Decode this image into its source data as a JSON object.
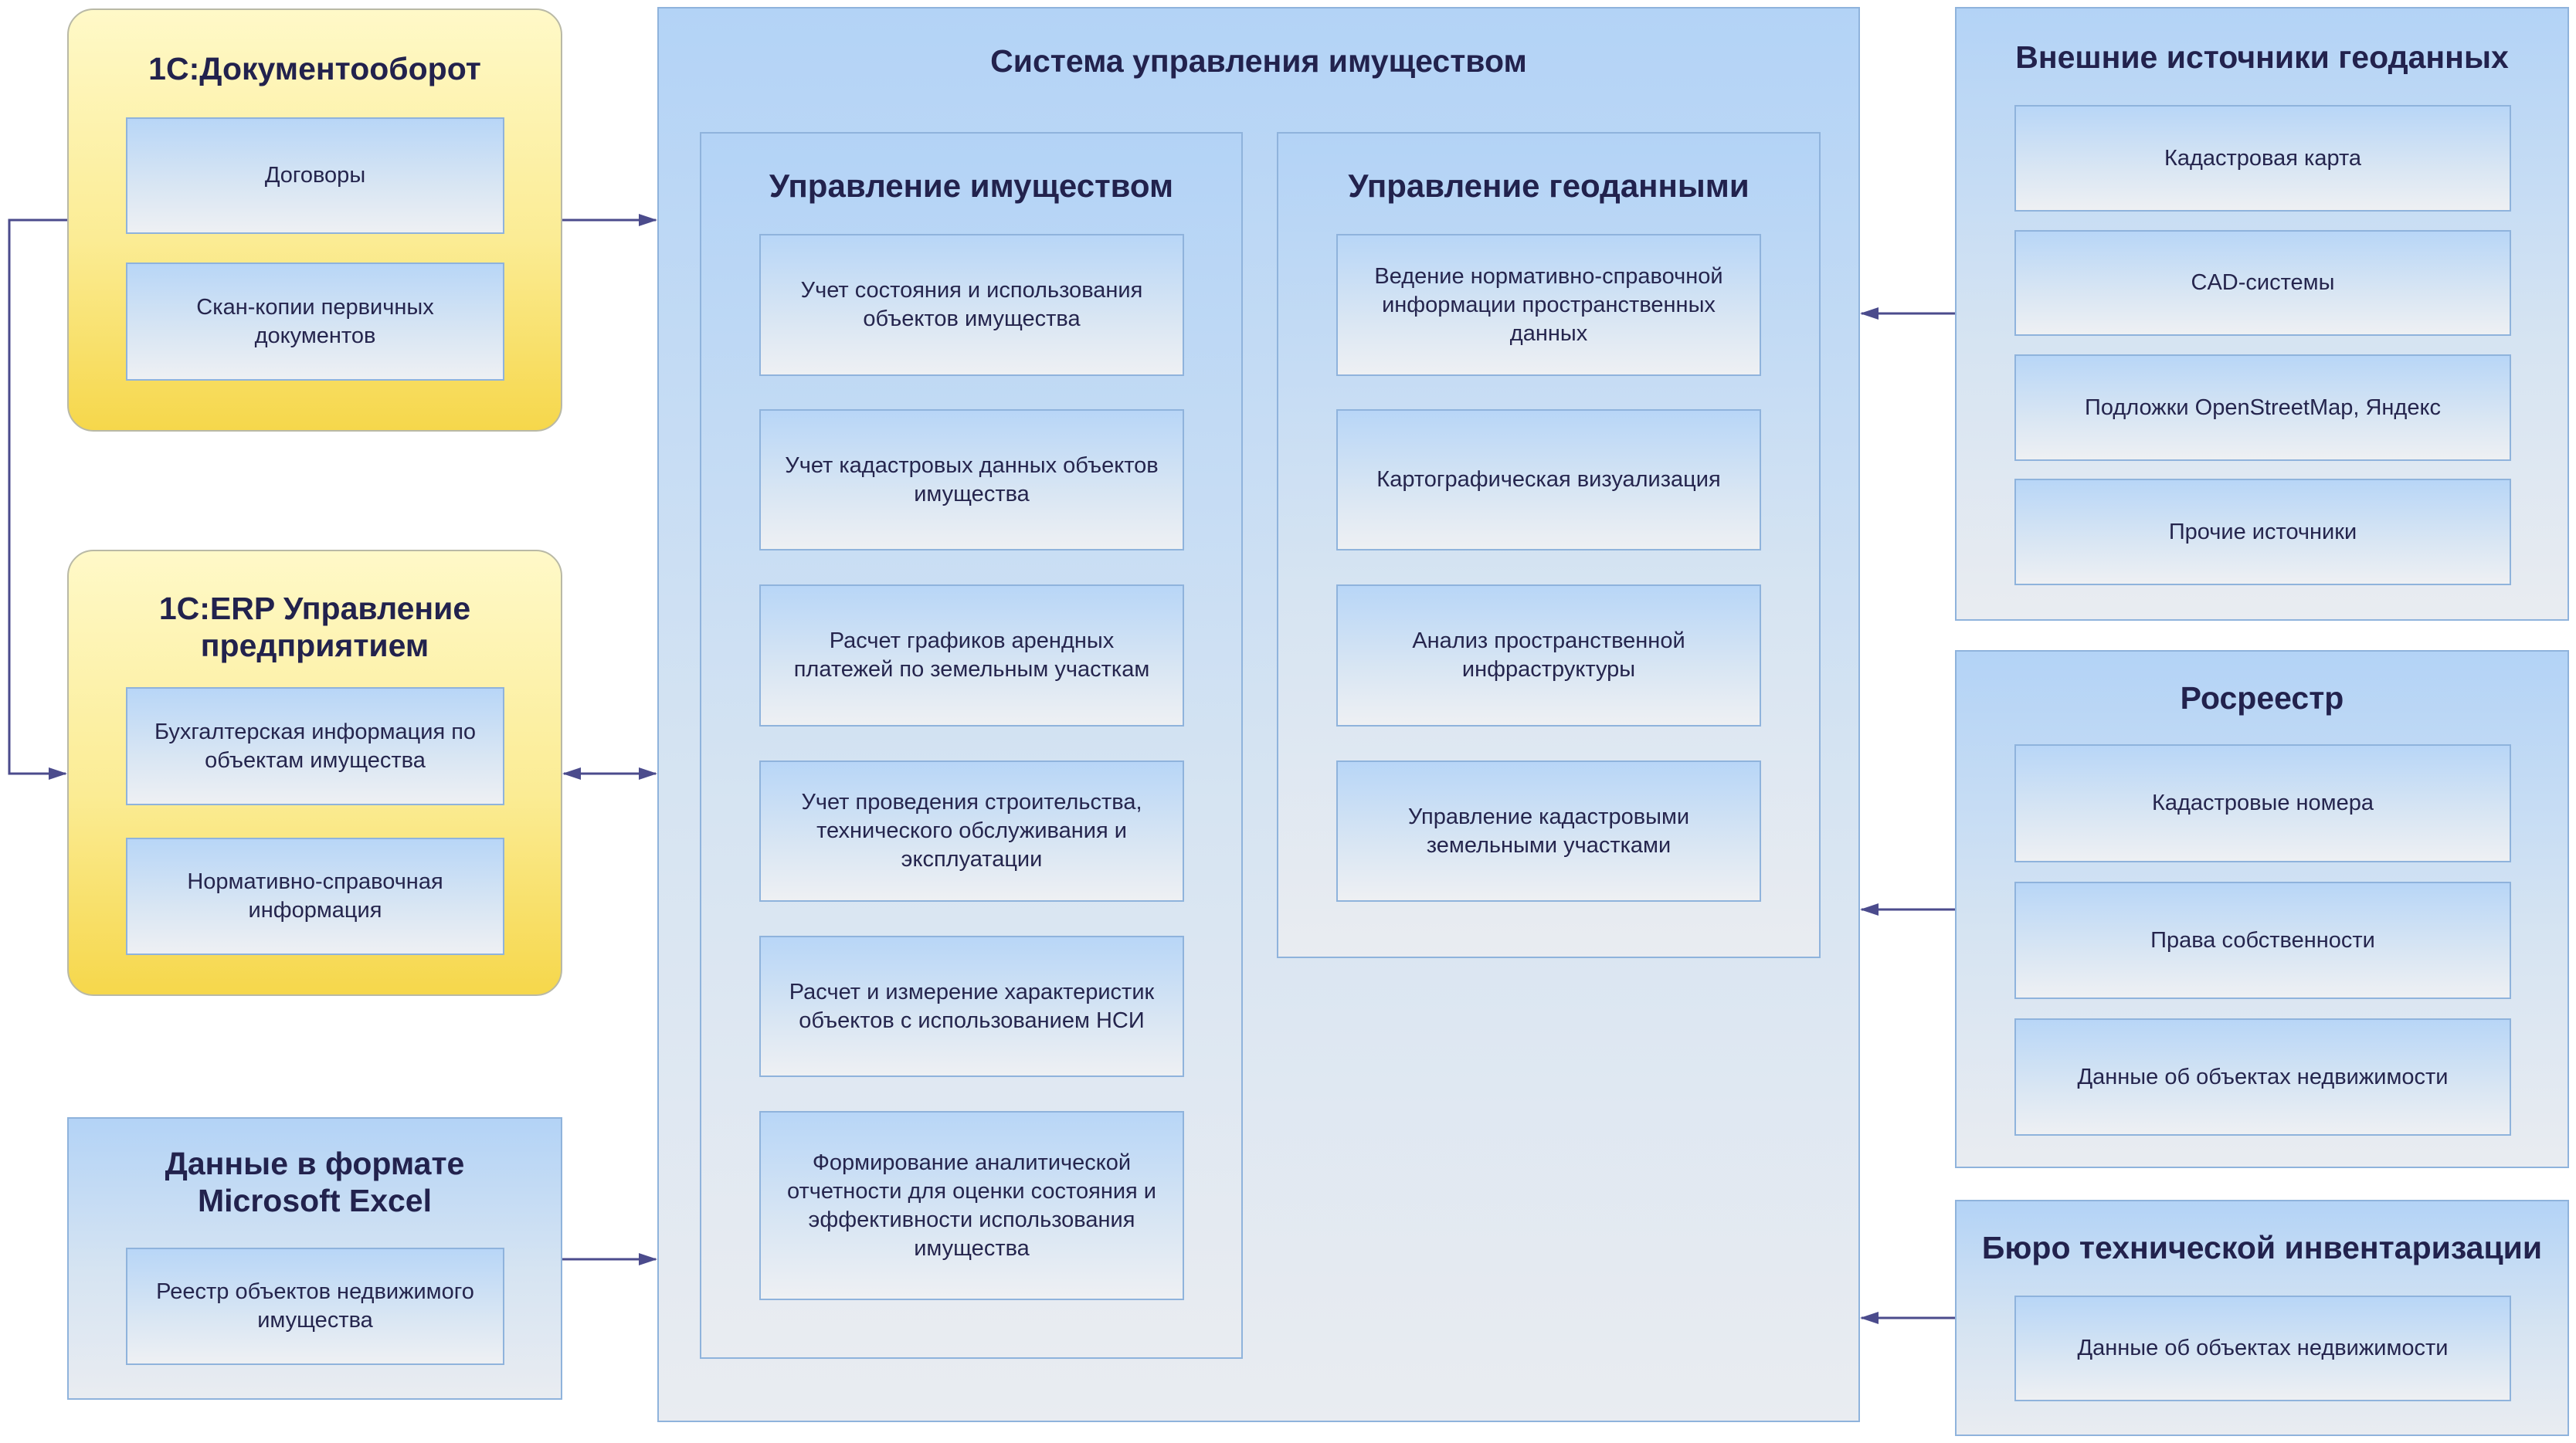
{
  "docflow": {
    "title": "1С:Документооборот",
    "items": [
      "Договоры",
      "Скан-копии первичных документов"
    ]
  },
  "erp": {
    "title": "1С:ERP Управление предприятием",
    "items": [
      "Бухгалтерская информация по объектам имущества",
      "Нормативно-справочная информация"
    ]
  },
  "excel": {
    "title": "Данные в формате Microsoft Excel",
    "items": [
      "Реестр объектов недвижимого имущества"
    ]
  },
  "system": {
    "title": "Система управления имуществом",
    "property": {
      "title": "Управление имуществом",
      "items": [
        "Учет состояния и использования объектов имущества",
        "Учет кадастровых данных объектов имущества",
        "Расчет графиков арендных платежей по земельным участкам",
        "Учет проведения строительства, технического обслуживания и эксплуатации",
        "Расчет и измерение характеристик объектов с использованием НСИ",
        "Формирование аналитической отчетности для оценки состояния и эффективности использования имущества"
      ]
    },
    "geo": {
      "title": "Управление геоданными",
      "items": [
        "Ведение нормативно-справочной информации пространственных данных",
        "Картографическая визуализация",
        "Анализ пространственной инфраструктуры",
        "Управление кадастровыми земельными участками"
      ]
    }
  },
  "external": {
    "title": "Внешние источники геоданных",
    "items": [
      "Кадастровая карта",
      "CAD-системы",
      "Подложки OpenStreetMap, Яндекс",
      "Прочие источники"
    ]
  },
  "rosreestr": {
    "title": "Росреестр",
    "items": [
      "Кадастровые номера",
      "Права собственности",
      "Данные об объектах недвижимости"
    ]
  },
  "bti": {
    "title": "Бюро технической инвентаризации",
    "items": [
      "Данные об объектах недвижимости"
    ]
  },
  "colors": {
    "connector": "#4b4b8c",
    "yellow_fill": "#f6d74b",
    "blue_fill": "#b3d3f6"
  }
}
